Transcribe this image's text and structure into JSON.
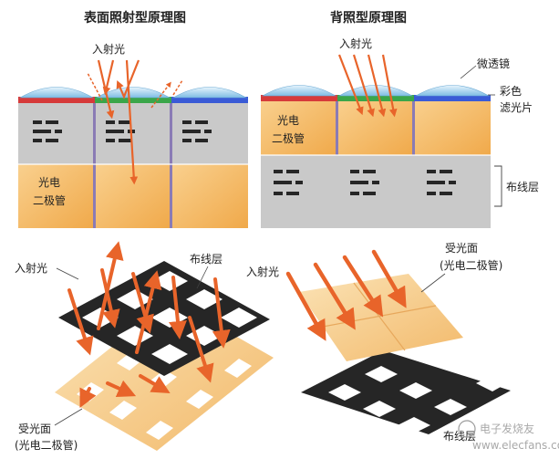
{
  "titles": {
    "front": "表面照射型原理图",
    "back": "背照型原理图"
  },
  "labels": {
    "incident_light": "入射光",
    "micro_lens": "微透镜",
    "color_filter_line1": "彩色",
    "color_filter_line2": "滤光片",
    "photodiode_line1": "光电",
    "photodiode_line2": "二极管",
    "wiring_layer": "布线层",
    "receiving_surface": "受光面",
    "receiving_surface_sub": "(光电二极管)"
  },
  "watermark": {
    "text": "电子发烧友",
    "url": "www.elecfans.com"
  },
  "colors": {
    "photodiode": "#f4b85c",
    "wiring_gray": "#c9c9c9",
    "metal_black": "#262626",
    "arrow": "#e8642a",
    "lens": "#a9d4ee",
    "filter_red": "#d63a3a",
    "filter_green": "#3aa64a",
    "filter_blue": "#3a5bd6",
    "divider": "#8a7bb5"
  }
}
